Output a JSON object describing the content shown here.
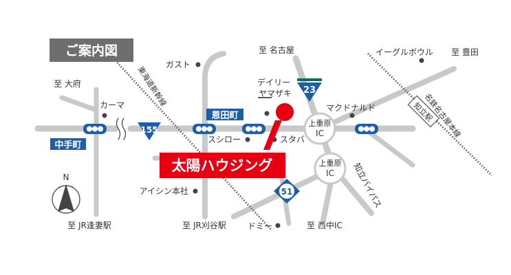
{
  "colors": {
    "road": "#c9c9c9",
    "rail": "#5a5a5a",
    "pin": "#e60012",
    "banner": "#e60012",
    "title_bg": "#6e6e6e",
    "signal_box": "#1d5ea7",
    "route_blue": "#1d5ea7",
    "route_green": "#0d6e55"
  },
  "title": "ご案内図",
  "company": "太陽ハウジング",
  "compass": "N",
  "routes": {
    "r155": "155",
    "r23": "23",
    "r51": "51"
  },
  "intersections": {
    "nakatecho": "中手町",
    "ondacho": "恩田町"
  },
  "interchanges": {
    "ic1_line1": "上重原",
    "ic1_line2": "IC",
    "ic2_line1": "上重原",
    "ic2_line2": "IC"
  },
  "rail": {
    "tokaido": "東海道新幹線",
    "meitetsu": "名鉄名古屋本線",
    "chiryu_station": "知立駅"
  },
  "roads": {
    "bypass": "知立バイパス"
  },
  "directions": {
    "obu": "至 大府",
    "nagoya": "至 名古屋",
    "toyota": "至 豊田",
    "ohtsuma": "至 JR逢妻駅",
    "kariya": "至 JR刈谷駅",
    "nishinaka": "至 西中IC"
  },
  "landmarks": {
    "karma": "カーマ",
    "gusto": "ガスト",
    "daily_yamazaki": "デイリー\nヤマザキ",
    "sushiro": "スシロー",
    "starbucks": "スタバ",
    "mcdonalds": "マクドナルド",
    "eagle_bowl": "イーグルボウル",
    "aisin": "アイシン本社",
    "domy": "ドミー"
  }
}
